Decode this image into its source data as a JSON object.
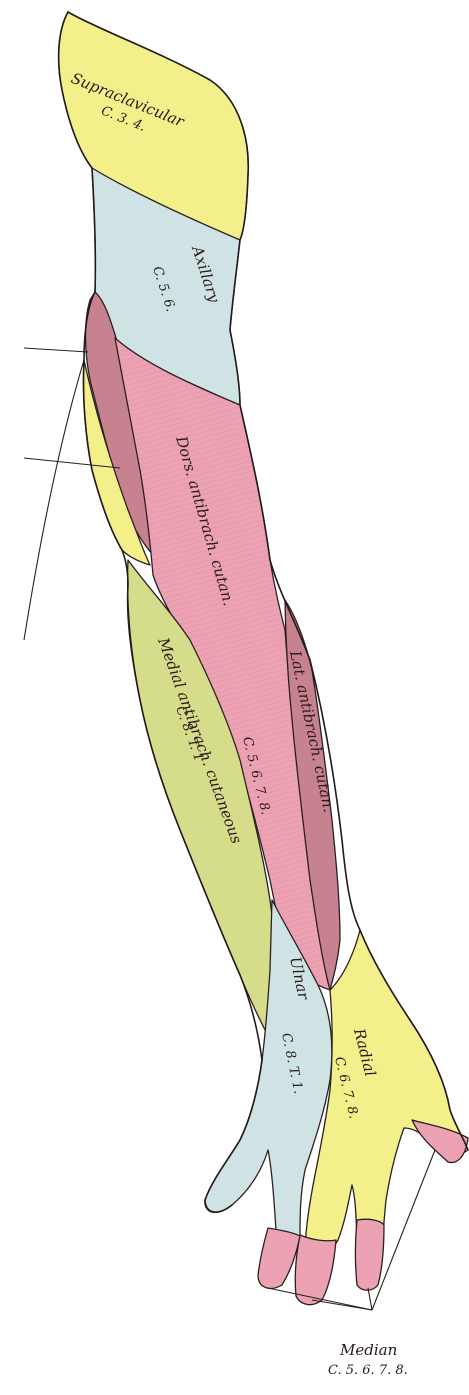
{
  "colors": {
    "yellow": "#f3ef8a",
    "light_blue": "#cfe3e4",
    "pink": "#eca2b3",
    "mauve": "#c7828f",
    "olive": "#d6dd8a",
    "outline": "#231a1a"
  },
  "labels": {
    "supraclavicular": {
      "name": "Supraclavicular",
      "segments": "C. 3. 4."
    },
    "axillary": {
      "name": "Axillary",
      "segments": "C. 5. 6."
    },
    "dors_antibrach": {
      "name": "Dors. antibrach. cutan.",
      "segments": "C. 5. 6. 7. 8."
    },
    "lat_antibrach": {
      "name": "Lat. antibrach. cutan."
    },
    "medial_antibrach": {
      "name": "Medial antibrach. cutaneous",
      "segments": "C. 8. T. 1"
    },
    "ulnar": {
      "name": "Ulnar",
      "segments": "C. 8. T. 1."
    },
    "radial": {
      "name": "Radial",
      "segments": "C. 6. 7. 8."
    },
    "median": {
      "name": "Median",
      "segments": "C. 5. 6. 7. 8."
    }
  }
}
